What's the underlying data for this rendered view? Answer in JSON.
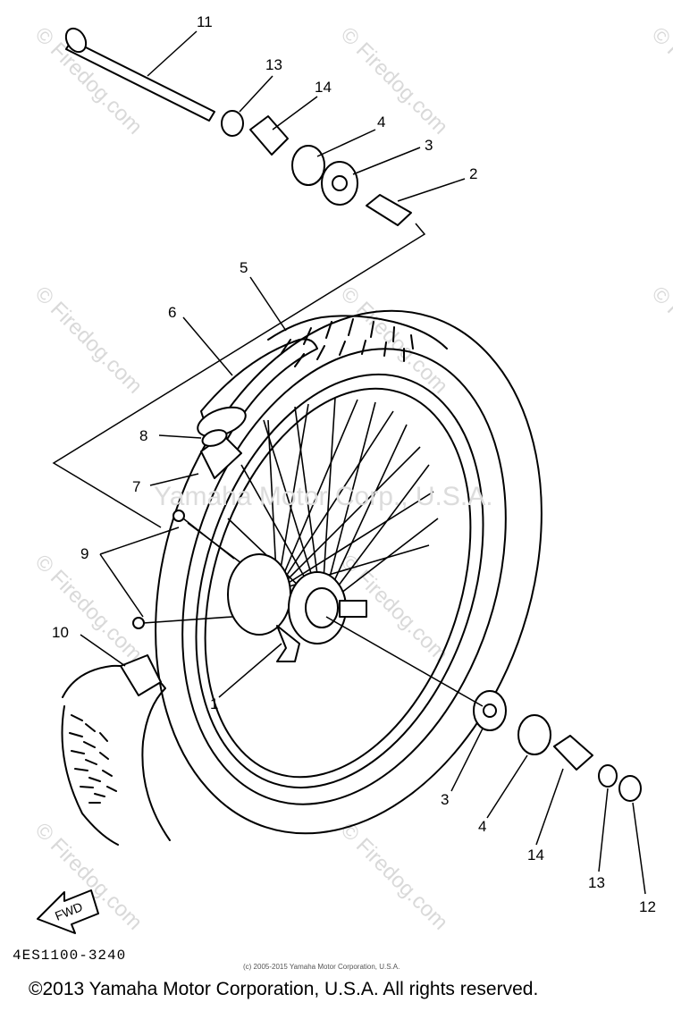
{
  "watermarks": {
    "site": "© Firedog.com",
    "brand_overlay": "Yamaha Motor Corp., U.S.A."
  },
  "callouts": {
    "axle": "11",
    "collar_top": "13",
    "spacer_flange_top": "14",
    "oil_seal_top": "4",
    "bearing_top": "3",
    "spacer_center": "2",
    "tire": "5",
    "tube": "6",
    "valve_nut": "8",
    "rim_band": "7",
    "spoke_set": "9",
    "hub_rim_guard": "10",
    "hub": "1",
    "bearing_bottom": "3",
    "oil_seal_bottom": "4",
    "spacer_flange_bottom": "14",
    "collar_bottom": "13",
    "axle_nut": "12"
  },
  "fwd_label": "FWD",
  "part_code": "4ES1100-3240",
  "small_credit": "(c) 2005-2015 Yamaha Motor Corporation, U.S.A.",
  "copyright": "©2013 Yamaha Motor Corporation, U.S.A. All rights reserved."
}
